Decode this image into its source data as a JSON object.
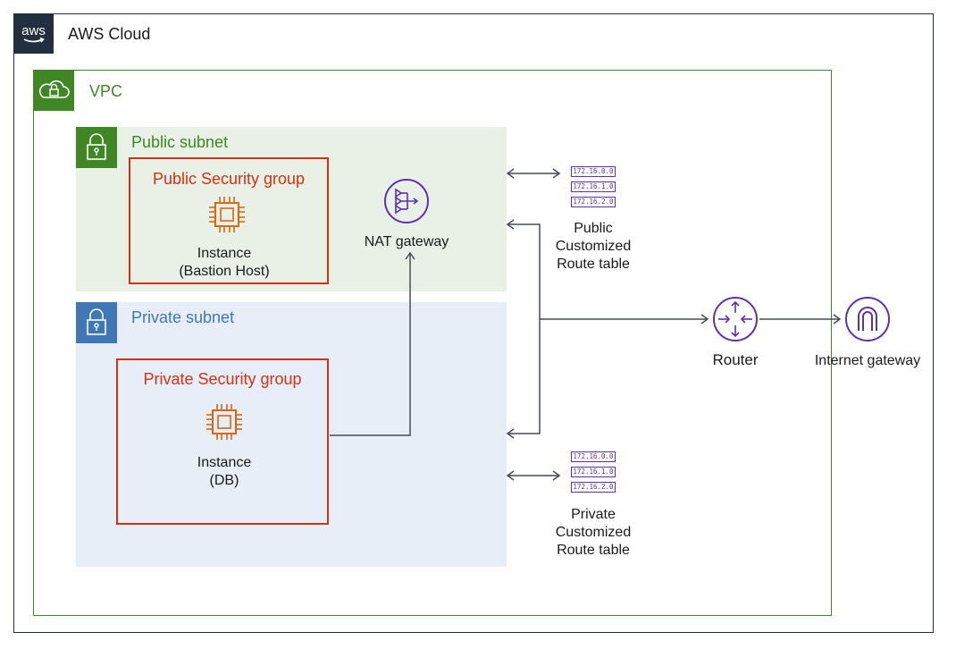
{
  "cloud": {
    "title": "AWS Cloud",
    "logo_text": "aws"
  },
  "vpc": {
    "title": "VPC"
  },
  "public_subnet": {
    "title": "Public subnet",
    "security_group": {
      "title": "Public Security group",
      "instance_label_1": "Instance",
      "instance_label_2": "(Bastion Host)"
    },
    "nat_gateway": {
      "label": "NAT gateway"
    }
  },
  "private_subnet": {
    "title": "Private subnet",
    "security_group": {
      "title": "Private Security group",
      "instance_label_1": "Instance",
      "instance_label_2": "(DB)"
    }
  },
  "public_route_table": {
    "rows": [
      "172.16.0.0",
      "172.16.1.0",
      "172.16.2.0"
    ],
    "label_1": "Public",
    "label_2": "Customized",
    "label_3": "Route table"
  },
  "private_route_table": {
    "rows": [
      "172.16.0.0",
      "172.16.1.0",
      "172.16.2.0"
    ],
    "label_1": "Private",
    "label_2": "Customized",
    "label_3": "Route table"
  },
  "router": {
    "label": "Router"
  },
  "internet_gateway": {
    "label": "Internet gateway"
  },
  "colors": {
    "cloud": "#232f3e",
    "vpc": "#3f8624",
    "private": "#3f77b7",
    "security_group": "#d13212",
    "network": "#5a30b5",
    "compute": "#d86613"
  }
}
